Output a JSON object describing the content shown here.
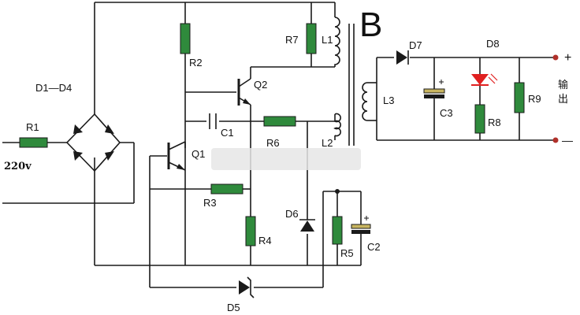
{
  "labels": {
    "section": "B",
    "bridge": "D1—D4",
    "r1": "R1",
    "input_voltage": "220v",
    "r2": "R2",
    "r7": "R7",
    "l1": "L1",
    "q2": "Q2",
    "c1": "C1",
    "r6": "R6",
    "l2": "L2",
    "q1": "Q1",
    "r3": "R3",
    "r4": "R4",
    "d6": "D6",
    "r5": "R5",
    "c2": "C2",
    "d5": "D5",
    "d7": "D7",
    "d8": "D8",
    "l3": "L3",
    "c3": "C3",
    "r8": "R8",
    "r9": "R9",
    "output_line1": "输",
    "output_line2": "出",
    "plus": "+",
    "minus": "—"
  },
  "colors": {
    "resistor": "#2f8a3c",
    "led": "#e02020",
    "wire": "#1a1a1a",
    "capacitor_fill": "#c8b560",
    "terminal": "#b0302a"
  }
}
